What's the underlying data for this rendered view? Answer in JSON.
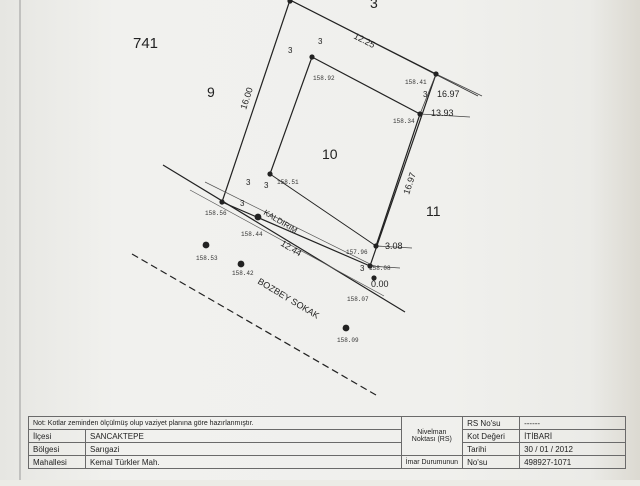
{
  "plan": {
    "parcels": {
      "p741": "741",
      "p9": "9",
      "p10": "10",
      "p11": "11",
      "p3": "3"
    },
    "dimensions": {
      "top": "12.25",
      "left": "16.00",
      "right": "16.97",
      "right_outer": "16.97",
      "front": "12.44",
      "setback_top_right": "13.93",
      "setback_right_bottom": "3.08",
      "zero": "0.00",
      "setback_a": "3",
      "setback_b": "3",
      "setback_c": "3",
      "setback_d": "3",
      "setback_e": "3",
      "setback_f": "3",
      "setback_g": "3"
    },
    "elevations": {
      "e15892": "158.92",
      "e15841": "158.41",
      "e15834": "158.34",
      "e15851": "158.51",
      "e15856": "158.56",
      "e15844": "158.44",
      "e15796": "157.96",
      "e15808": "158.08",
      "e15807": "158.07",
      "e15853": "158.53",
      "e15842": "158.42",
      "e15809": "158.09"
    },
    "streets": {
      "kaldirim": "KALDIRIM",
      "street": "BOZBEY SOKAK"
    }
  },
  "footer": {
    "note": "Not: Kotlar zeminden ölçülmüş olup    vaziyet planına göre hazırlanmıştır.",
    "ilce_label": "İlçesi",
    "ilce_value": "SANCAKTEPE",
    "bolge_label": "Bölgesi",
    "bolge_value": "Sarıgazi",
    "mahalle_label": "Mahallesi",
    "mahalle_value": "Kemal Türkler Mah.",
    "nivelman_label": "Nivelman Noktası (RS)",
    "imar_label": "İmar Durumunun",
    "rs_label": "RS No'su",
    "rs_value": "------",
    "kot_label": "Kot Değeri",
    "kot_value": "İTİBARİ",
    "tarih_label": "Tarihi",
    "tarih_value": "30 / 01 / 2012",
    "no_label": "No'su",
    "no_value": "498927-1071"
  }
}
